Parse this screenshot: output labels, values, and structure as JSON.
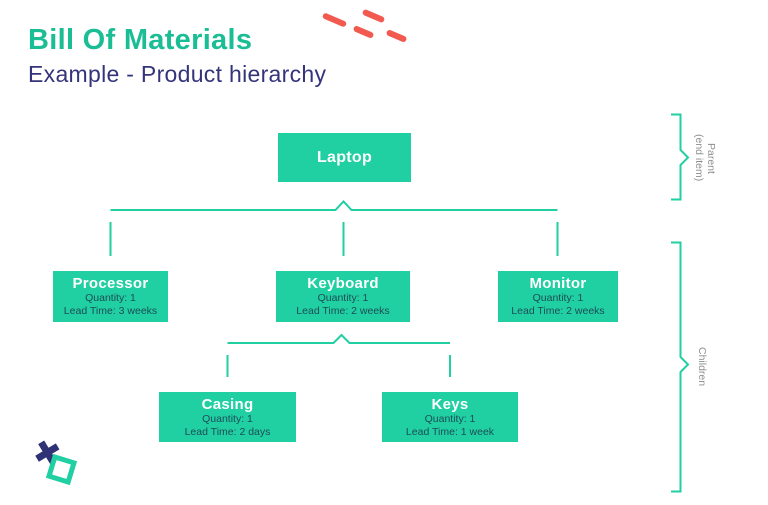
{
  "header": {
    "title": "Bill Of Materials",
    "subtitle": "Example - Product hierarchy"
  },
  "colors": {
    "accent_teal": "#20CFA2",
    "title_teal": "#1BBD94",
    "subtitle_navy": "#34347B",
    "decor_coral": "#F25A4F",
    "decor_navy_x": "#2F3274",
    "bracket_label_gray": "#8D8D8D",
    "node_name_text": "#FFFFFF",
    "node_detail_text": "#1D4E57"
  },
  "tree": {
    "root": {
      "name": "Laptop"
    },
    "children": [
      {
        "name": "Processor",
        "quantity": "Quantity: 1",
        "lead_time": "Lead Time: 3 weeks"
      },
      {
        "name": "Keyboard",
        "quantity": "Quantity: 1",
        "lead_time": "Lead Time: 2 weeks"
      },
      {
        "name": "Monitor",
        "quantity": "Quantity: 1",
        "lead_time": "Lead Time: 2 weeks"
      }
    ],
    "grandchildren": [
      {
        "name": "Casing",
        "quantity": "Quantity: 1",
        "lead_time": "Lead Time: 2 days"
      },
      {
        "name": "Keys",
        "quantity": "Quantity: 1",
        "lead_time": "Lead Time: 1 week"
      }
    ]
  },
  "annotations": {
    "parent_label_line1": "Parent",
    "parent_label_line2": "(end item)",
    "children_label": "Children"
  }
}
